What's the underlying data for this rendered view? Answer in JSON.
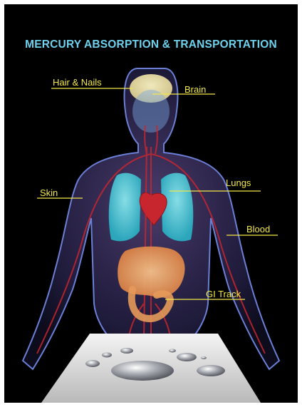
{
  "title": "MERCURY ABSORPTION & TRANSPORTATION",
  "labels": {
    "hair_nails": "Hair & Nails",
    "brain": "Brain",
    "skin": "Skin",
    "lungs": "Lungs",
    "blood": "Blood",
    "gi_track": "GI Track"
  },
  "colors": {
    "background": "#000000",
    "title": "#6ed2ee",
    "label": "#f2e84a",
    "body_outline": "#6a7fd6",
    "vessels": "#c8262e",
    "lungs": "#4fd0e0",
    "mercury": "#cfd3d8"
  }
}
